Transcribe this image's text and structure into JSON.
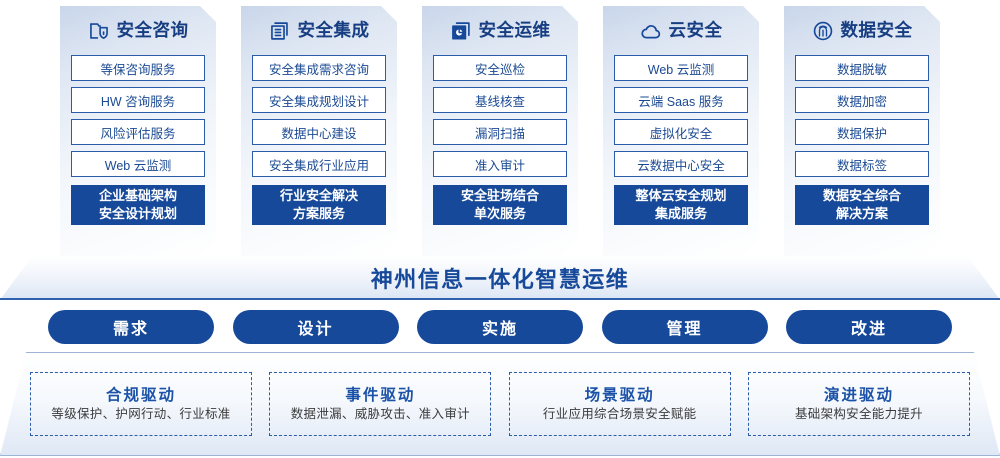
{
  "colors": {
    "brand_blue": "#17499a",
    "line_blue": "#2a5caa",
    "title_blue": "#173e82",
    "panel_light": "#dfe7f3",
    "white": "#ffffff"
  },
  "pillars": [
    {
      "icon": "document-shield-icon",
      "title": "安全咨询",
      "items": [
        "等保咨询服务",
        "HW 咨询服务",
        "风险评估服务",
        "Web 云监测"
      ],
      "accent": [
        "企业基础架构",
        "安全设计规划"
      ]
    },
    {
      "icon": "document-list-icon",
      "title": "安全集成",
      "items": [
        "安全集成需求咨询",
        "安全集成规划设计",
        "数据中心建设",
        "安全集成行业应用"
      ],
      "accent": [
        "行业安全解决",
        "方案服务"
      ]
    },
    {
      "icon": "monitor-shield-icon",
      "title": "安全运维",
      "items": [
        "安全巡检",
        "基线核查",
        "漏洞扫描",
        "准入审计"
      ],
      "accent": [
        "安全驻场结合",
        "单次服务"
      ]
    },
    {
      "icon": "cloud-icon",
      "title": "云安全",
      "items": [
        "Web 云监测",
        "云端 Saas 服务",
        "虚拟化安全",
        "云数据中心安全"
      ],
      "accent": [
        "整体云安全规划",
        "集成服务"
      ]
    },
    {
      "icon": "fingerprint-icon",
      "title": "数据安全",
      "items": [
        "数据脱敏",
        "数据加密",
        "数据保护",
        "数据标签"
      ],
      "accent": [
        "数据安全综合",
        "解决方案"
      ]
    }
  ],
  "banner": {
    "title": "神州信息一体化智慧运维"
  },
  "phases": [
    {
      "label": "需求"
    },
    {
      "label": "设计"
    },
    {
      "label": "实施"
    },
    {
      "label": "管理"
    },
    {
      "label": "改进"
    }
  ],
  "drivers": [
    {
      "title": "合规驱动",
      "subtitle": "等级保护、护网行动、行业标准"
    },
    {
      "title": "事件驱动",
      "subtitle": "数据泄漏、威胁攻击、准入审计"
    },
    {
      "title": "场景驱动",
      "subtitle": "行业应用综合场景安全赋能"
    },
    {
      "title": "演进驱动",
      "subtitle": "基础架构安全能力提升"
    }
  ]
}
